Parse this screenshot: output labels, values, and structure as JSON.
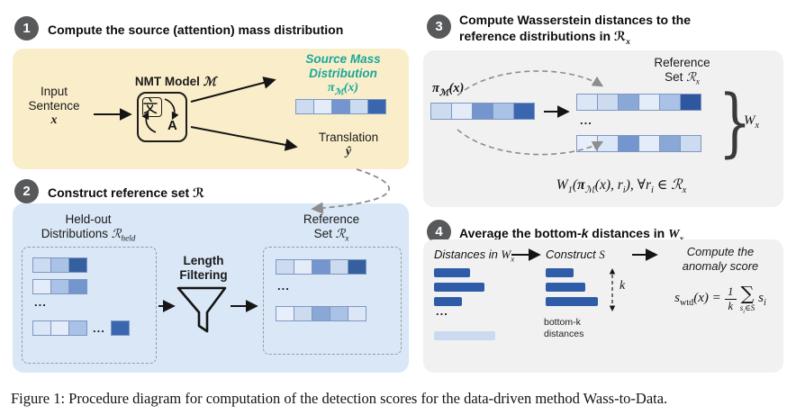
{
  "dots": "...",
  "caption": "Figure 1: Procedure diagram for computation of the detection scores for the data-driven method Wass-to-Data.",
  "colors": {
    "badge": "#58595b",
    "cell_border": "#7e97c2",
    "bar_dark": "#2e5ca9",
    "bar_light": "#c9daf1"
  },
  "shared": {
    "pi_base": "π",
    "pi_sub": "ℳ",
    "pi_arg": "(x)"
  },
  "icons": {
    "model": "translate-icon",
    "filter": "funnel-icon"
  },
  "step1": {
    "number": "1",
    "title": "Compute the source (attention) mass distribution",
    "panel_color": "#faeeca",
    "input_line1": "Input",
    "input_line2": "Sentence",
    "input_symbol": "x",
    "model_label": "NMT Model ",
    "model_symbol": "ℳ",
    "model_icon_a": "A",
    "source_mass_line1": "Source Mass",
    "source_mass_line2": "Distribution",
    "source_mass_color": "#1aa79a",
    "dist_cells": [
      "#cddbf1",
      "#e3ecf8",
      "#7495cd",
      "#cddbf1",
      "#3a66b0"
    ],
    "translation_label": "Translation",
    "translation_symbol": "ŷ"
  },
  "step2": {
    "number": "2",
    "title_text": "Construct reference set ",
    "title_symbol": "ℛ",
    "panel_color": "#d9e7f6",
    "heldout_line1": "Held-out",
    "heldout_line2": "Distributions ",
    "heldout_symbol": "ℛ",
    "heldout_sub": "held",
    "heldout_row1": [
      "#cddbf1",
      "#a9c2e6",
      "#34609f"
    ],
    "heldout_row2": [
      "#e3ecf8",
      "#a9c2e6",
      "#7495cd"
    ],
    "heldout_row3": [
      "#dbe6f6",
      "#e3ecf8",
      "#a9c2e6"
    ],
    "heldout_row3_extra": [
      "#3a66b0"
    ],
    "filter_line1": "Length",
    "filter_line2": "Filtering",
    "ref_line1": "Reference",
    "ref_line2": "Set ",
    "ref_symbol": "ℛ",
    "ref_sub": "x",
    "ref_row1": [
      "#cddbf1",
      "#e3ecf8",
      "#7495cd",
      "#cddbf1",
      "#34609f"
    ],
    "ref_row2": [
      "#e9effa",
      "#cddbf1",
      "#8aa8d6",
      "#a9c2e6",
      "#dbe6f6"
    ]
  },
  "step3": {
    "number": "3",
    "title_line1": "Compute Wasserstein distances to the",
    "title_line2": "reference distributions in ",
    "title_symbol": "ℛ",
    "title_sub": "x",
    "panel_color": "#f1f1f2",
    "ref_line1": "Reference",
    "ref_line2": "Set ",
    "ref_symbol": "ℛ",
    "ref_sub": "x",
    "pi_cells": [
      "#cddbf1",
      "#e3ecf8",
      "#7495cd",
      "#a9c2e6",
      "#3a66b0"
    ],
    "ref_row_top": [
      "#dbe6f6",
      "#cddbf1",
      "#8aa8d6",
      "#e3ecf8",
      "#a9c2e6",
      "#2f57a0"
    ],
    "ref_row_bottom": [
      "#e9effa",
      "#dbe6f6",
      "#7495cd",
      "#e3ecf8",
      "#8aa8d6",
      "#cddbf1"
    ],
    "brace": "}",
    "wx_base": "W",
    "wx_sub": "x",
    "formula": {
      "w": "W",
      "w_sub": "1",
      "open": "(",
      "pi": "π",
      "pi_sub": "ℳ",
      "mid": "(x), r",
      "mid_sub": "i",
      "close": "), ∀r",
      "close_sub": "i",
      "in": " ∈ ",
      "r": "ℛ",
      "r_sub": "x"
    }
  },
  "step4": {
    "number": "4",
    "title_a": "Average the bottom-",
    "title_k": "k",
    "title_b": " distances in ",
    "title_w": "W",
    "title_w_sub": "x",
    "panel_color": "#f1f1f2",
    "col1_label_a": "Distances in ",
    "col1_w": "W",
    "col1_w_sub": "x",
    "distance_bars": [
      {
        "w": 40,
        "c": "#2e5ca9"
      },
      {
        "w": 56,
        "c": "#2e5ca9"
      },
      {
        "w": 31,
        "c": "#2e5ca9"
      }
    ],
    "distance_bar_light": [
      {
        "w": 68,
        "c": "#c9daf1"
      }
    ],
    "col2_label_a": "Construct ",
    "col2_s": "S",
    "construct_bars": [
      {
        "w": 31,
        "c": "#2e5ca9"
      },
      {
        "w": 44,
        "c": "#2e5ca9"
      },
      {
        "w": 58,
        "c": "#2e5ca9"
      }
    ],
    "k_label": "k",
    "bottomk_line1": "bottom-k",
    "bottomk_line2": "distances",
    "col3_label_line1": "Compute the",
    "col3_label_line2": "anomaly score",
    "formula": {
      "s": "s",
      "s_sub": "wtd",
      "arg": "(x) =",
      "frac_num": "1",
      "frac_den": "k",
      "sigma": "∑",
      "sub_s": "s",
      "sub_i": "i",
      "sub_in": "∈",
      "sub_set": "S",
      "term": "s",
      "term_sub": "i"
    }
  }
}
